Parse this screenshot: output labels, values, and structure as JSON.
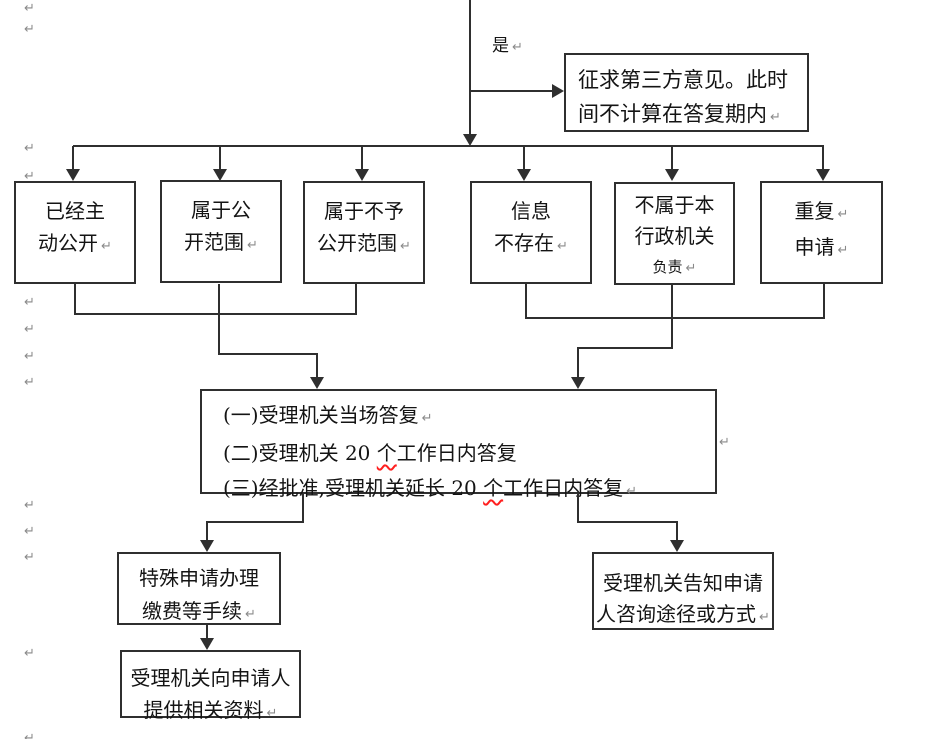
{
  "page": {
    "bg_color": "#ffffff",
    "line_color": "#2f2f2f",
    "text_color": "#141414",
    "pilcrow_mark": "↵",
    "pilcrow_color": "#8a8a8a",
    "squiggle_color": "#ff1f1f"
  },
  "labels": {
    "yes": "是"
  },
  "third_party_box": {
    "line1": "征求第三方意见。此时",
    "line2": "间不计算在答复期内"
  },
  "row_boxes": {
    "already_public": {
      "line1": "已经主",
      "line2": "动公开"
    },
    "public_scope": {
      "line1": "属于公",
      "line2": "开范围"
    },
    "non_public_scope": {
      "line1": "属于不予",
      "line2": "公开范围"
    },
    "info_not_exist": {
      "line1": "信息",
      "line2": "不存在"
    },
    "not_responsible": {
      "line1": "不属于本",
      "line2": "行政机关",
      "line3": "负责"
    },
    "repeat_apply": {
      "line1": "重复",
      "line2": "申请"
    }
  },
  "reply_box": {
    "item1": "(一)受理机关当场答复",
    "item2_pre": "(二)受理机关 20 ",
    "item2_marked": "个",
    "item2_post": "工作日内答复",
    "item3_pre": "(三)经批准,受理机关延长 20 ",
    "item3_marked": "个",
    "item3_post": "工作日内答复"
  },
  "special_box": {
    "line1": "特殊申请办理",
    "line2": "缴费等手续"
  },
  "provide_box": {
    "line1": "受理机关向申请人",
    "line2": "提供相关资料"
  },
  "inform_box": {
    "line1": "受理机关告知申请",
    "line2": "人咨询途径或方式"
  }
}
